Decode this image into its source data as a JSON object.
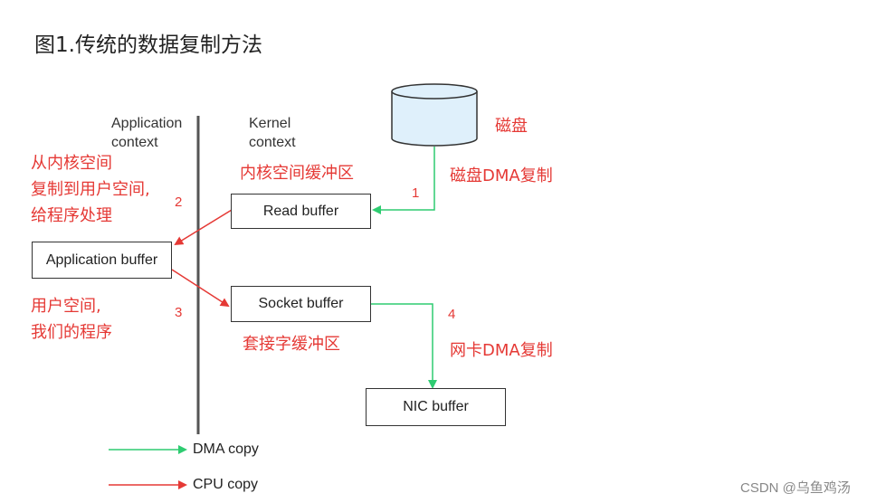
{
  "title": "图1.传统的数据复制方法",
  "contexts": {
    "application": "Application\ncontext",
    "kernel": "Kernel\ncontext"
  },
  "boxes": {
    "read_buffer": "Read buffer",
    "application_buffer": "Application buffer",
    "socket_buffer": "Socket buffer",
    "nic_buffer": "NIC buffer"
  },
  "annotations": {
    "disk": "磁盘",
    "disk_dma_copy": "磁盘DMA复制",
    "kernel_buffer": "内核空间缓冲区",
    "copy_to_user": "从内核空间\n复制到用户空间,\n给程序处理",
    "user_space": "用户空间,\n我们的程序",
    "socket_buffer_area": "套接字缓冲区",
    "nic_dma_copy": "网卡DMA复制"
  },
  "step_numbers": {
    "s1": "1",
    "s2": "2",
    "s3": "3",
    "s4": "4"
  },
  "legend": {
    "dma": "DMA copy",
    "cpu": "CPU copy"
  },
  "watermark": "CSDN @乌鱼鸡汤",
  "colors": {
    "dma_arrow": "#2ecc71",
    "cpu_arrow": "#e53935",
    "annotation": "#e53935",
    "disk_fill": "#dff0fb"
  }
}
